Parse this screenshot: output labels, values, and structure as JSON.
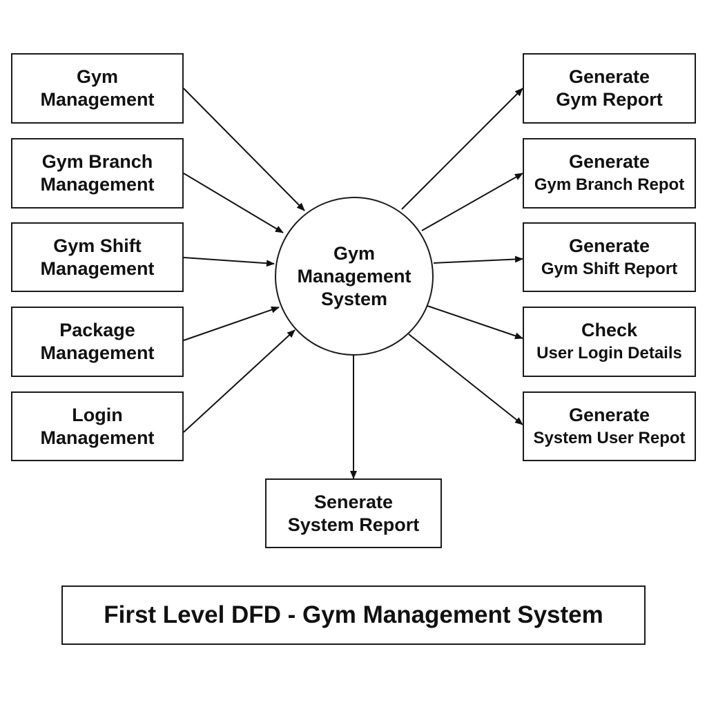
{
  "inputs": [
    {
      "line1": "Gym",
      "line2": "Management"
    },
    {
      "line1": "Gym Branch",
      "line2": "Management"
    },
    {
      "line1": "Gym Shift",
      "line2": "Management"
    },
    {
      "line1": "Package",
      "line2": "Management"
    },
    {
      "line1": "Login",
      "line2": "Management"
    }
  ],
  "process": {
    "line1": "Gym",
    "line2": "Management",
    "line3": "System"
  },
  "outputs": [
    {
      "line1": "Generate",
      "line2": "Gym Report"
    },
    {
      "line1": "Generate",
      "line2": "Gym Branch Repot"
    },
    {
      "line1": "Generate",
      "line2": "Gym Shift Report"
    },
    {
      "line1": "Check",
      "line2": "User Login Details"
    },
    {
      "line1": "Generate",
      "line2": "System User Repot"
    }
  ],
  "bottom_output": {
    "line1": "Senerate",
    "line2": "System Report"
  },
  "title": "First Level DFD - Gym Management System"
}
